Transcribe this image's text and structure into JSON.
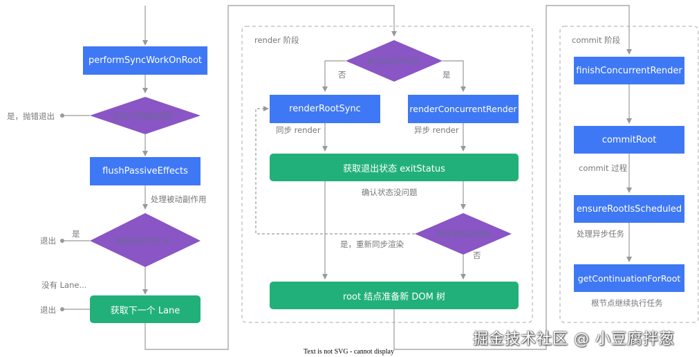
{
  "phases": {
    "render": "render 阶段",
    "commit": "commit 阶段"
  },
  "left": {
    "perform": "performSyncWorkOnRoot",
    "building": "正处于构建过程？",
    "building_yes": "是，抛错退出",
    "flush": "flushPassiveEffects",
    "flush_note": "处理被动副作用",
    "has_passive": "有被动副作用 &...",
    "exit_yes_label": "是",
    "exit": "退出",
    "no_lane": "没有 Lane...",
    "exit2": "退出",
    "next_lane": "获取下一个 Lane"
  },
  "render": {
    "can_slice": "能否启用时间片",
    "no": "否",
    "yes": "是",
    "sync": "renderRootSync",
    "sync_note": "同步 render",
    "concurrent": "renderConcurrentRender",
    "async_note": "异步 render",
    "exit_status": "获取退出状态 exitStatus",
    "confirm": "确认状态没问题",
    "async_problem": "异步状态出问题",
    "retry": "是，重新同步渲染",
    "no2": "否",
    "root_ready": "root 结点准备新 DOM 树"
  },
  "commit": {
    "finish": "finishConcurrentRender",
    "commit_root": "commitRoot",
    "commit_process": "commit 过程",
    "ensure": "ensureRootIsScheduled",
    "async_task": "处理异步任务",
    "continuation": "getContinuationForRoot",
    "continue_task": "根节点继续执行任务"
  },
  "watermark": "掘金技术社区 @ 小豆腐拌葱",
  "footer": "Text is not SVG - cannot display",
  "colors": {
    "blue": "#3f78f4",
    "green": "#22b07a",
    "purple": "#8a55c4",
    "line": "#999999"
  }
}
